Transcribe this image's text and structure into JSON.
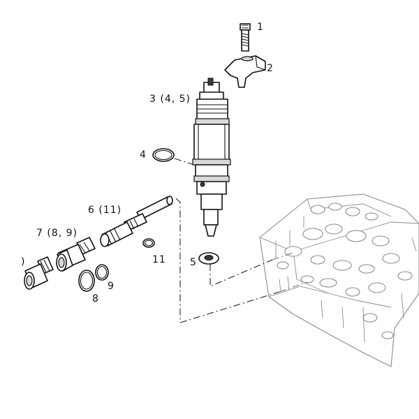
{
  "callouts": {
    "c1": "1",
    "c2": "2",
    "c3": "3 (4, 5)",
    "c4": "4",
    "c5": "5",
    "c6": "6 (11)",
    "c7": "7 (8, 9)",
    "c8": "8",
    "c9": "9",
    "c10": ")",
    "c11": "11"
  }
}
